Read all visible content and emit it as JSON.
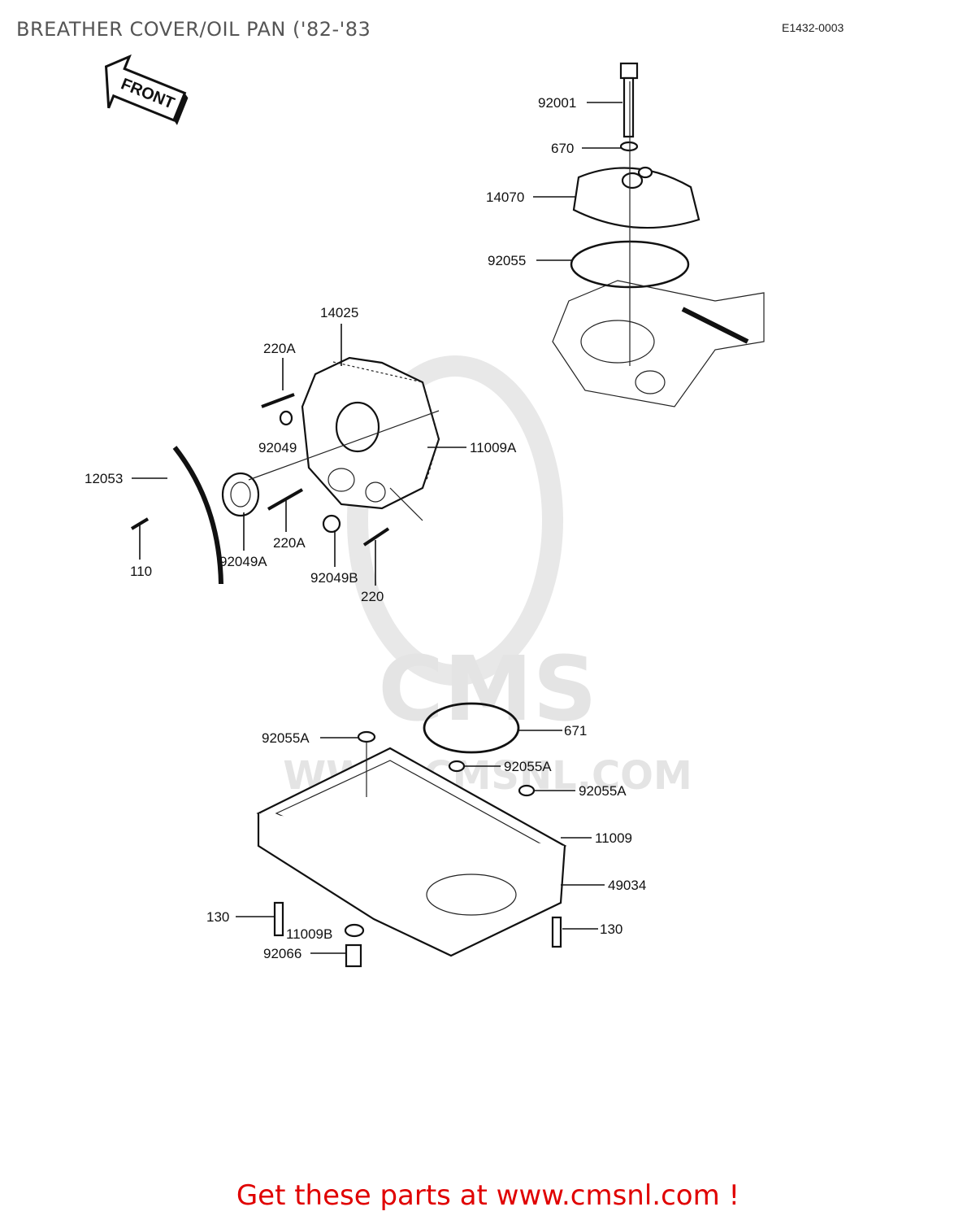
{
  "title": "BREATHER COVER/OIL PAN ('82-'83",
  "ref_code": "E1432-0003",
  "front_arrow": "FRONT",
  "watermark": {
    "main": "CMS",
    "sub": "WWW.CMSNL.COM"
  },
  "footer": "Get these parts at www.cmsnl.com !",
  "colors": {
    "footer": "#e00000",
    "title": "#555555",
    "watermark": "#e4e4e4"
  },
  "parts": [
    {
      "id": "p-92001",
      "label": "92001"
    },
    {
      "id": "p-670",
      "label": "670"
    },
    {
      "id": "p-14070",
      "label": "14070"
    },
    {
      "id": "p-92055",
      "label": "92055"
    },
    {
      "id": "p-14025",
      "label": "14025"
    },
    {
      "id": "p-220a-top",
      "label": "220A"
    },
    {
      "id": "p-92049",
      "label": "92049"
    },
    {
      "id": "p-11009a",
      "label": "11009A"
    },
    {
      "id": "p-12053",
      "label": "12053"
    },
    {
      "id": "p-110",
      "label": "110"
    },
    {
      "id": "p-92049a",
      "label": "92049A"
    },
    {
      "id": "p-220a-bottom",
      "label": "220A"
    },
    {
      "id": "p-92049b",
      "label": "92049B"
    },
    {
      "id": "p-220",
      "label": "220"
    },
    {
      "id": "p-671",
      "label": "671"
    },
    {
      "id": "p-92055a-1",
      "label": "92055A"
    },
    {
      "id": "p-92055a-2",
      "label": "92055A"
    },
    {
      "id": "p-92055a-3",
      "label": "92055A"
    },
    {
      "id": "p-11009",
      "label": "11009"
    },
    {
      "id": "p-49034",
      "label": "49034"
    },
    {
      "id": "p-130-left",
      "label": "130"
    },
    {
      "id": "p-11009b",
      "label": "11009B"
    },
    {
      "id": "p-92066",
      "label": "92066"
    },
    {
      "id": "p-130-right",
      "label": "130"
    }
  ]
}
